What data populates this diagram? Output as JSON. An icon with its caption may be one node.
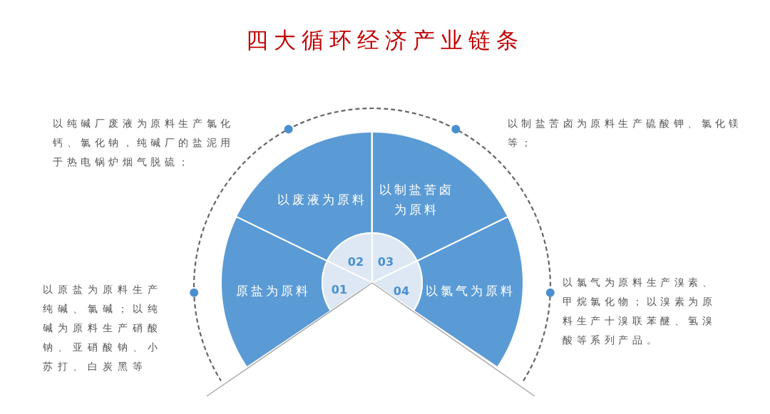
{
  "diagram": {
    "title": "四大循环经济产业链条",
    "nodes": [
      {
        "text": [
          "以废液为原料"
        ]
      },
      {
        "text": [
          "以制盐苦卤为原料"
        ]
      },
      {
        "text": [
          "原盐为原料"
        ]
      },
      {
        "text": [
          "以氯气为原料"
        ]
      },
      {
        "text": [
          "02"
        ]
      },
      {
        "text": [
          "03"
        ]
      },
      {
        "text": [
          "01"
        ]
      },
      {
        "text": [
          "04"
        ]
      }
    ],
    "edges": [],
    "labels": [
      "以纯碱厂废液为原料生产氯化钙、氯化钠，纯碱厂的盐泥用于热电锅炉烟气脱硫；",
      "以制盐苦卤为原料生产硫酸钾、氯化镁等；",
      "以原盐为原料生产纯碱、氯碱；以纯碱为原料生产硝酸钠、亚硝酸钠、小苏打、白炭黑等",
      "以氯气为原料生产溴素、甲烷氯化物；以溴素为原料生产十溴联苯醚、氢溴酸等系列产品。"
    ]
  }
}
